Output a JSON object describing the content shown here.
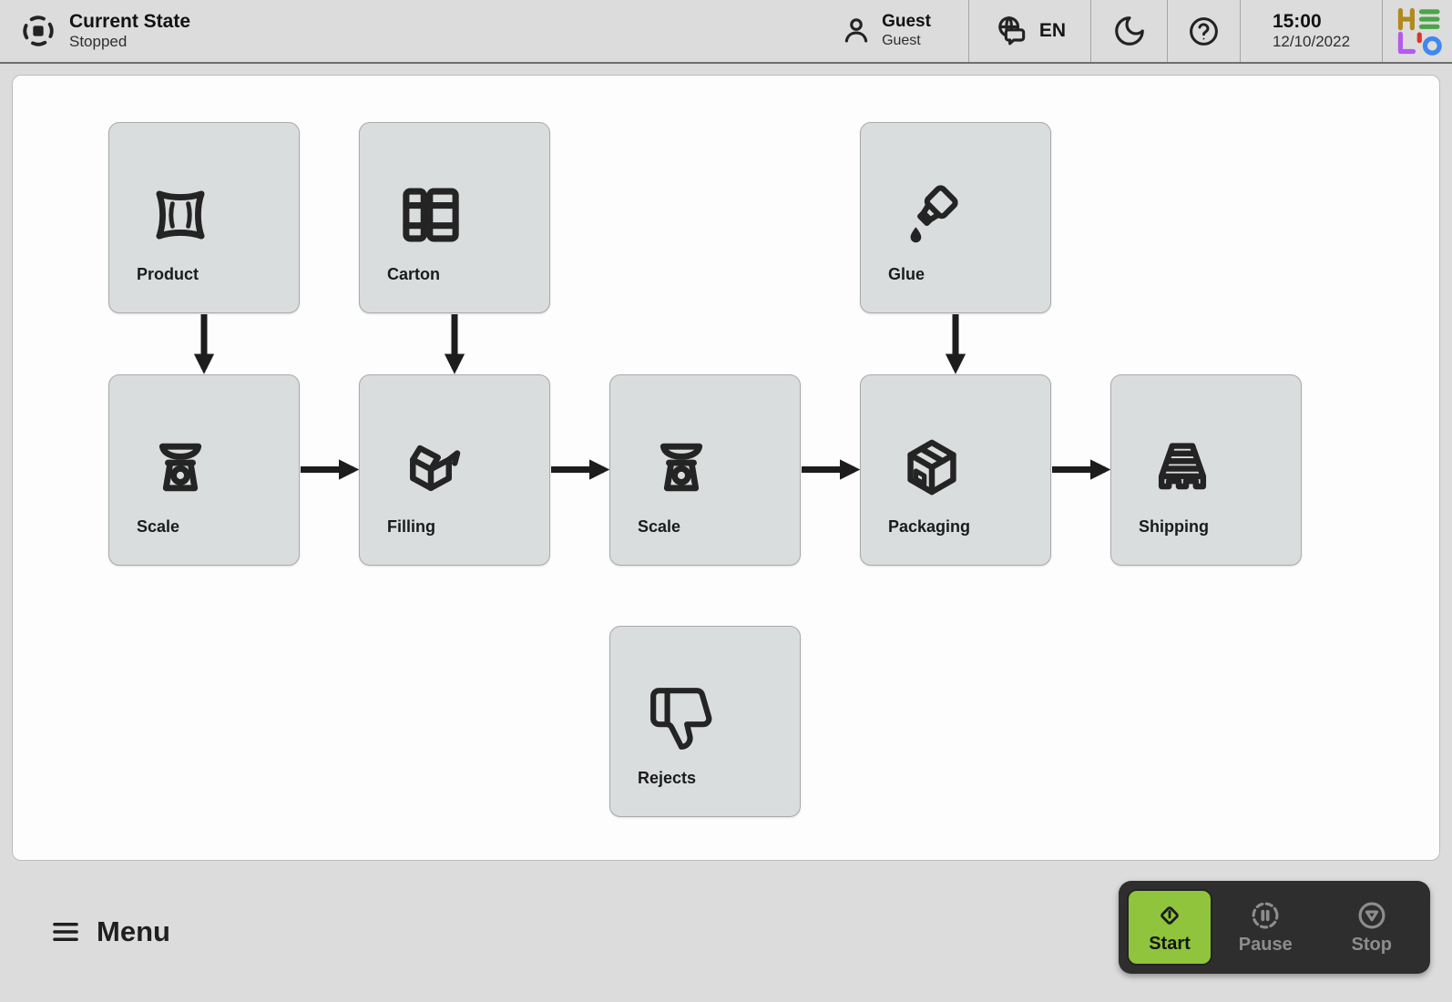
{
  "header": {
    "state": {
      "title": "Current State",
      "subtitle": "Stopped",
      "icon": "stop-state-icon"
    },
    "user": {
      "name": "Guest",
      "role": "Guest",
      "icon": "user-icon"
    },
    "language": {
      "code": "EN",
      "icon": "globe-chat-icon"
    },
    "theme_icon": "moon-icon",
    "help_icon": "help-icon",
    "clock": {
      "time": "15:00",
      "date": "12/10/2022"
    },
    "logo": {
      "word": "HELLO",
      "letter_colors": {
        "H": "#b08a1e",
        "E": "#4ba446",
        "L": "#b35bef",
        "L2": "#d9352b",
        "O": "#4087f0"
      }
    }
  },
  "diagram": {
    "stations": [
      {
        "id": "product",
        "label": "Product",
        "icon": "bag-icon",
        "col": 0,
        "row": 0
      },
      {
        "id": "carton",
        "label": "Carton",
        "icon": "carton-icon",
        "col": 1,
        "row": 0
      },
      {
        "id": "glue",
        "label": "Glue",
        "icon": "glue-icon",
        "col": 3,
        "row": 0
      },
      {
        "id": "scale1",
        "label": "Scale",
        "icon": "scale-icon",
        "col": 0,
        "row": 1
      },
      {
        "id": "filling",
        "label": "Filling",
        "icon": "open-box-icon",
        "col": 1,
        "row": 1
      },
      {
        "id": "scale2",
        "label": "Scale",
        "icon": "scale-icon",
        "col": 2,
        "row": 1
      },
      {
        "id": "packaging",
        "label": "Packaging",
        "icon": "closed-box-icon",
        "col": 3,
        "row": 1
      },
      {
        "id": "shipping",
        "label": "Shipping",
        "icon": "pallet-icon",
        "col": 4,
        "row": 1
      },
      {
        "id": "rejects",
        "label": "Rejects",
        "icon": "thumbs-down-icon",
        "col": 2,
        "row": 2
      }
    ],
    "connections": [
      {
        "from": "product",
        "to": "scale1"
      },
      {
        "from": "carton",
        "to": "filling"
      },
      {
        "from": "glue",
        "to": "packaging"
      },
      {
        "from": "scale1",
        "to": "filling"
      },
      {
        "from": "filling",
        "to": "scale2"
      },
      {
        "from": "scale2",
        "to": "packaging"
      },
      {
        "from": "packaging",
        "to": "shipping"
      }
    ]
  },
  "footer": {
    "menu_label": "Menu",
    "controls": [
      {
        "id": "start",
        "label": "Start",
        "icon": "start-diamond-icon",
        "active": true
      },
      {
        "id": "pause",
        "label": "Pause",
        "icon": "pause-icon",
        "active": false
      },
      {
        "id": "stop",
        "label": "Stop",
        "icon": "stop-triangle-icon",
        "active": false
      }
    ]
  },
  "colors": {
    "chrome": "#dcdcdc",
    "canvas": "#fdfdfd",
    "station_fill": "#dadddd",
    "ink": "#1d1d1d",
    "accent_green": "#8fc43c",
    "control_bar": "#2e2e2e"
  }
}
